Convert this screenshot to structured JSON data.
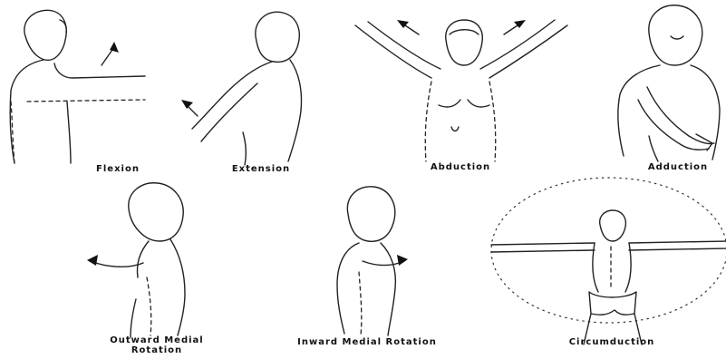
{
  "panels": [
    {
      "key": "flexion",
      "label": "Flexion"
    },
    {
      "key": "extension",
      "label": "Extension"
    },
    {
      "key": "abduction",
      "label": "Abduction"
    },
    {
      "key": "adduction",
      "label": "Adduction"
    },
    {
      "key": "outward_rotation",
      "label_line1": "Outward Medial",
      "label_line2": "Rotation"
    },
    {
      "key": "inward_rotation",
      "label": "Inward Medial Rotation"
    },
    {
      "key": "circumduction",
      "label": "Circumduction"
    }
  ],
  "style": {
    "line_color": "#222222",
    "background": "#ffffff"
  }
}
